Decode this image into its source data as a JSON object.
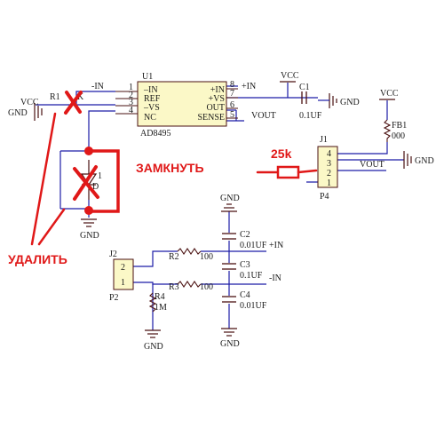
{
  "colors": {
    "wire": "#1c1ca6",
    "part": "#4a1010",
    "text": "#1a1a1a",
    "annotation": "#e01818",
    "pin": "#111111"
  },
  "labels": {
    "u1": "U1",
    "ad8495": "AD8495",
    "p1": "1",
    "p2": "2",
    "p3": "3",
    "p4": "4",
    "p5": "5",
    "p6": "6",
    "p7": "7",
    "p8": "8",
    "in_minus": "–IN",
    "ref": "REF",
    "vs_minus": "–VS",
    "nc": "NC",
    "in_plus": "+IN",
    "vs_plus": "+VS",
    "out": "OUT",
    "sense": "SENSE",
    "net_minus_in_top": "-IN",
    "net_plus_in_top": "+IN",
    "net_vout_u1": "VOUT",
    "vcc_top": "VCC",
    "c1": "C1",
    "c1_val": "0.1UF",
    "gnd_top": "GND",
    "vcc_left": "VCC",
    "gnd_left": "GND",
    "r1": "R1",
    "r1_val": "K",
    "d1_des": "1",
    "d1_val": "D",
    "gnd_d1": "GND",
    "vcc_right": "VCC",
    "fb1": "FB1",
    "fb1_val": "000",
    "j1": "J1",
    "p4_conn": "P4",
    "j1_p4": "4",
    "j1_p3": "3",
    "j1_p2": "2",
    "j1_p1": "1",
    "net_vout_j1": "VOUT",
    "gnd_j1": "GND",
    "gnd_c2": "GND",
    "c2": "C2",
    "c2_val": "0.01UF",
    "c3": "C3",
    "c3_val": "0.1UF",
    "c4": "C4",
    "c4_val": "0.01UF",
    "net_plus_in_bottom": "+IN",
    "net_minus_in_bottom": "-IN",
    "r2": "R2",
    "r2_val": "100",
    "r3": "R3",
    "r3_val": "100",
    "j2": "J2",
    "p2_conn": "P2",
    "j2_p2": "2",
    "j2_p1": "1",
    "r4": "R4",
    "r4_val": "1M",
    "gnd_r4": "GND",
    "gnd_c4": "GND"
  },
  "annotations": {
    "short_circuit": "ЗАМКНУТЬ",
    "remove": "УДАЛИТЬ",
    "resistor_value": "25k"
  }
}
